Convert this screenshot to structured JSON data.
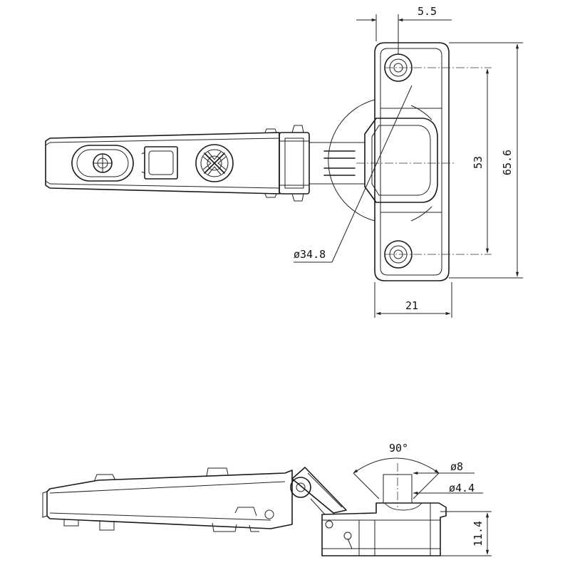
{
  "dimensions": {
    "cup_offset": "5.5",
    "screw_spacing": "53",
    "plate_height": "65.6",
    "cup_diameter": "ø34.8",
    "plate_depth": "21",
    "open_angle": "90°",
    "dowel_diameter": "ø8",
    "screw_diameter": "ø4.4",
    "cup_depth": "11.4"
  }
}
